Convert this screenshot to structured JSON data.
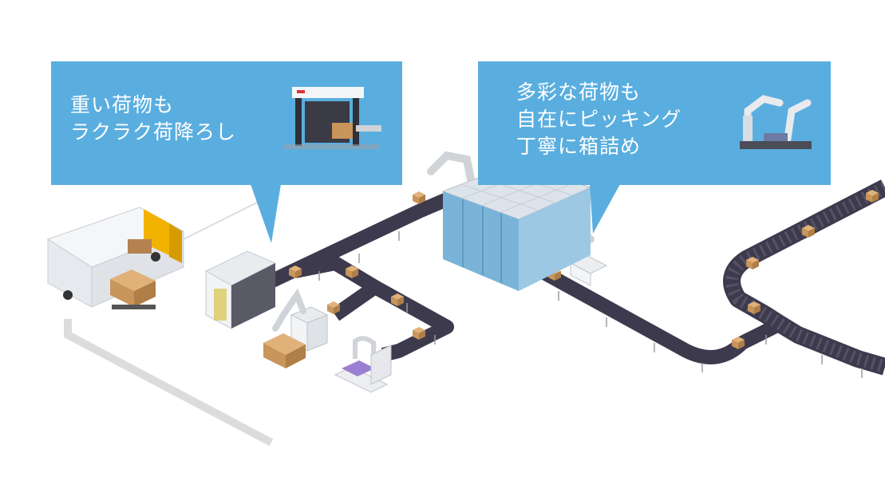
{
  "callouts": {
    "left": {
      "lines": [
        "重い荷物も",
        "ラクラク荷降ろし"
      ],
      "image": "depalletizing-machine-photo"
    },
    "right": {
      "lines": [
        "多彩な荷物も",
        "自在にピッキング",
        "丁寧に箱詰め"
      ],
      "image": "robot-arm-picking-photo"
    }
  },
  "colors": {
    "callout": "#5aaedf",
    "conveyor": "#3d3a4e",
    "conveyor_edge": "#2a2838",
    "box": "#c8955a",
    "box_top": "#e0b27a",
    "warehouse": "#79b4d8",
    "truck_cab": "#f2b300",
    "floor_line": "#dcdcdc"
  },
  "scene": {
    "icons": [
      "delivery-truck-icon",
      "depalletizer-icon",
      "picking-robot-arm-icon",
      "automated-storage-warehouse-icon",
      "conveyor-belt-icon",
      "cardboard-box-icon",
      "pallet-cart-icon",
      "packing-station-icon"
    ]
  }
}
